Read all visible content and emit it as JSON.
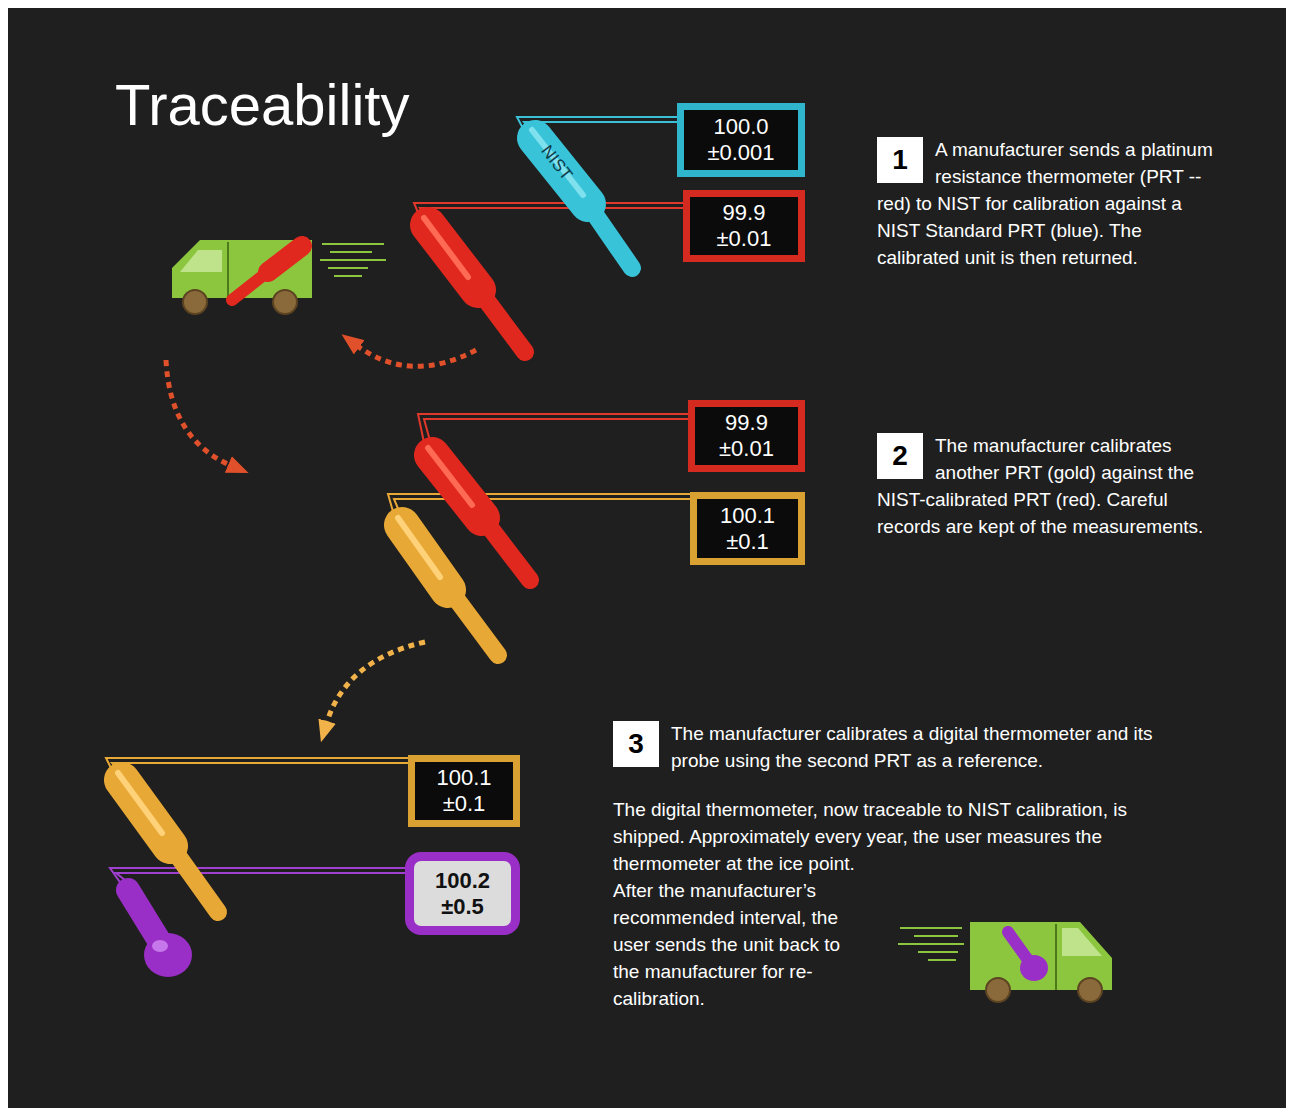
{
  "diagram": {
    "title": "Traceability",
    "nodes": [
      {
        "text": [
          "100.0",
          "±0.001"
        ]
      },
      {
        "text": [
          "99.9",
          "±0.01"
        ]
      },
      {
        "text": [
          "1",
          "A manufacturer sends a platinum resistance thermometer (PRT -- red) to NIST for calibration against a NIST Standard PRT (blue). The calibrated unit is then returned."
        ]
      },
      {
        "text": [
          "99.9",
          "±0.01"
        ]
      },
      {
        "text": [
          "100.1",
          "±0.1"
        ]
      },
      {
        "text": [
          "2",
          "The manufacturer calibrates another PRT (gold) against the NIST-calibrated PRT (red). Careful records are kept of the measurements."
        ]
      },
      {
        "text": [
          "100.1",
          "±0.1"
        ]
      },
      {
        "text": [
          "100.2",
          "±0.5"
        ]
      },
      {
        "text": [
          "3",
          "The manufacturer calibrates a digital thermometer and its probe using the second PRT as a reference.",
          "The digital thermometer,  now traceable to NIST calibration, is shipped. Approximately every year, the user measures the thermometer at the ice point. After the manufacturer’s recommended interval, the user sends the unit back to the manufacturer for re-calibration."
        ]
      }
    ],
    "labels": [
      "NIST"
    ]
  }
}
